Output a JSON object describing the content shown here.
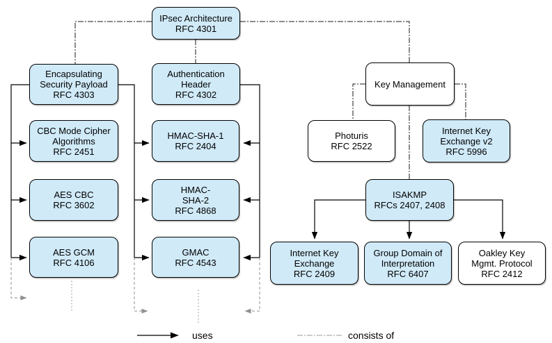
{
  "nodes": {
    "ipsec": {
      "text": "IPsec Architecture\nRFC 4301"
    },
    "esp": {
      "text": "Encapsulating\nSecurity Payload\nRFC 4303"
    },
    "cbc_mode": {
      "text": "CBC Mode Cipher\nAlgorithms\nRFC 2451"
    },
    "aes_cbc": {
      "text": "AES CBC\nRFC 3602"
    },
    "aes_gcm": {
      "text": "AES GCM\nRFC 4106"
    },
    "ah": {
      "text": "Authentication\nHeader\nRFC 4302"
    },
    "hmac_sha1": {
      "text": "HMAC-SHA-1\nRFC 2404"
    },
    "hmac_sha2": {
      "text": "HMAC-\nSHA-2\nRFC 4868"
    },
    "gmac": {
      "text": "GMAC\nRFC 4543"
    },
    "key_mgmt": {
      "text": "Key Management"
    },
    "photuris": {
      "text": "Photuris\nRFC 2522"
    },
    "ikev2": {
      "text": "Internet Key\nExchange v2\nRFC 5996"
    },
    "isakmp": {
      "text": "ISAKMP\nRFCs 2407, 2408"
    },
    "ike": {
      "text": "Internet Key\nExchange\nRFC 2409"
    },
    "gdoi": {
      "text": "Group Domain of\nInterpretation\nRFC 6407"
    },
    "oakley": {
      "text": "Oakley Key\nMgmt. Protocol\nRFC 2412"
    }
  },
  "legend": {
    "uses": "uses",
    "consists_of": "consists of"
  },
  "colors": {
    "node_fill_blue": "#d0eaf8",
    "node_fill_white": "#ffffff",
    "node_border": "#000000",
    "uses_line": "#000000",
    "gray_line": "#8f8f8f"
  }
}
